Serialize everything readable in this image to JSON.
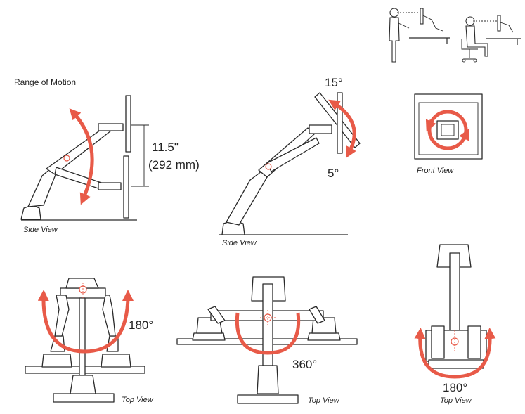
{
  "range_title": "Range of Motion",
  "views": {
    "side": "Side View",
    "front": "Front View",
    "top": "Top View"
  },
  "measurements": {
    "height_in": "11.5\"",
    "height_mm": "(292 mm)",
    "tilt_up": "15°",
    "tilt_down": "5°",
    "swivel_left": "180°",
    "swivel_center": "360°",
    "swivel_right": "180°"
  },
  "colors": {
    "accent": "#e85a48",
    "line": "#2a2a2a",
    "background": "#ffffff"
  },
  "icons": [
    "standing-person-icon",
    "seated-person-icon"
  ]
}
